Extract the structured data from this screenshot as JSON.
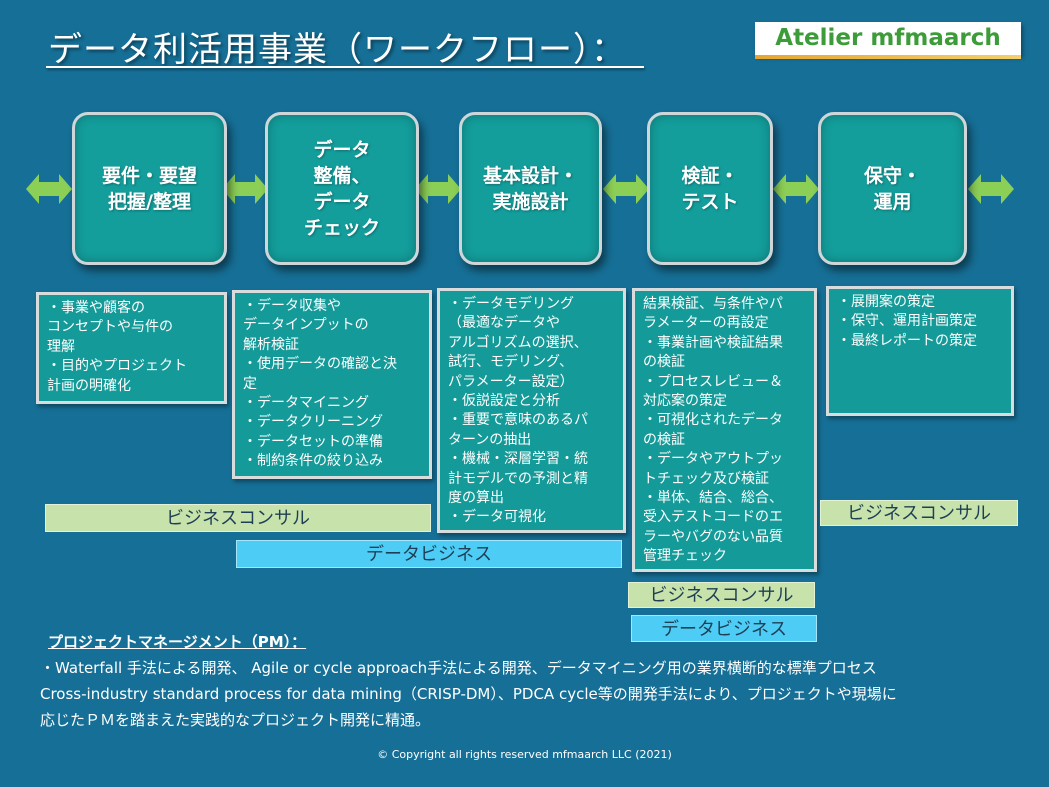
{
  "title": "データ利活用事業（ワークフロー）：",
  "brand": "Atelier mfmaarch",
  "steps": [
    {
      "label": "要件・要望\n把握/整理"
    },
    {
      "label": "データ\n整備、\nデータ\nチェック"
    },
    {
      "label": "基本設計・\n実施設計"
    },
    {
      "label": "検証・\nテスト"
    },
    {
      "label": "保守・\n運用"
    }
  ],
  "details": [
    {
      "text": "・事業や顧客の\nコンセプトや与件の\n理解\n・目的やプロジェクト\n計画の明確化"
    },
    {
      "text": "・データ収集や\nデータインプットの\n解析検証\n・使用データの確認と決\n定\n・データマイニング\n・データクリーニング\n・データセットの準備\n・制約条件の絞り込み"
    },
    {
      "text": "・データモデリング\n（最適なデータや\nアルゴリズムの選択、\n試行、モデリング、\nパラメーター設定）\n・仮説設定と分析\n・重要で意味のあるパ\nターンの抽出\n・機械・深層学習・統\n計モデルでの予測と精\n度の算出\n・データ可視化"
    },
    {
      "text": "結果検証、与条件やパ\nラメーターの再設定\n・事業計画や検証結果\nの検証\n・プロセスレビュー＆\n対応案の策定\n・可視化されたデータ\nの検証\n・データやアウトプッ\nトチェック及び検証\n・単体、結合、総合、\n受入テストコードのエ\nラーやバグのない品質\n管理チェック"
    },
    {
      "text": "・展開案の策定\n・保守、運用計画策定\n・最終レポートの策定"
    }
  ],
  "bands": {
    "consult_1": "ビジネスコンサル",
    "data_1": "データビジネス",
    "consult_2": "ビジネスコンサル",
    "consult_3": "ビジネスコンサル",
    "data_2": "データビジネス"
  },
  "pm": {
    "heading": "プロジェクトマネージメント（PM）：",
    "text": "・Waterfall 手法による開発、 Agile or cycle approach手法による開発、データマイニング用の業界横断的な標準プロセス\nCross-industry standard process for data mining（CRISP-DM）、PDCA cycle等の開発手法により、プロジェクトや現場に\n応じたＰＭを踏まえた実践的なプロジェクト開発に精通。"
  },
  "copyright": "© Copyright all rights reserved mfmaarch LLC (2021)",
  "colors": {
    "background": "#166f96",
    "step_fill": "#139d9b",
    "arrow": "#8ccf57",
    "consult_band": "#c7e3ab",
    "data_band": "#4dcdf6",
    "brand_text": "#3d9c3a"
  },
  "icons": {
    "connector": "double-arrow-icon"
  }
}
